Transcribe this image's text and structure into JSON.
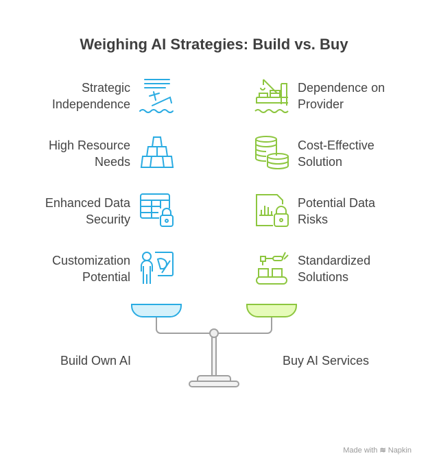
{
  "title": "Weighing AI Strategies: Build vs. Buy",
  "colors": {
    "build": "#29abe2",
    "buy": "#8dc63f",
    "scale": "#a0a0a0"
  },
  "build": {
    "label": "Build Own AI",
    "items": [
      {
        "line1": "Strategic",
        "line2": "Independence",
        "icon": "sinking-ship-icon"
      },
      {
        "line1": "High Resource",
        "line2": "Needs",
        "icon": "stacked-blocks-icon"
      },
      {
        "line1": "Enhanced Data",
        "line2": "Security",
        "icon": "locked-table-icon"
      },
      {
        "line1": "Customization",
        "line2": "Potential",
        "icon": "artist-palette-icon"
      }
    ]
  },
  "buy": {
    "label": "Buy AI Services",
    "items": [
      {
        "line1": "Dependence on",
        "line2": "Provider",
        "icon": "cargo-ship-icon"
      },
      {
        "line1": "Cost-Effective",
        "line2": "Solution",
        "icon": "coins-icon"
      },
      {
        "line1": "Potential Data",
        "line2": "Risks",
        "icon": "locked-document-icon"
      },
      {
        "line1": "Standardized",
        "line2": "Solutions",
        "icon": "conveyor-robot-icon"
      }
    ]
  },
  "footer": {
    "made_with": "Made with",
    "brand": "Napkin"
  }
}
